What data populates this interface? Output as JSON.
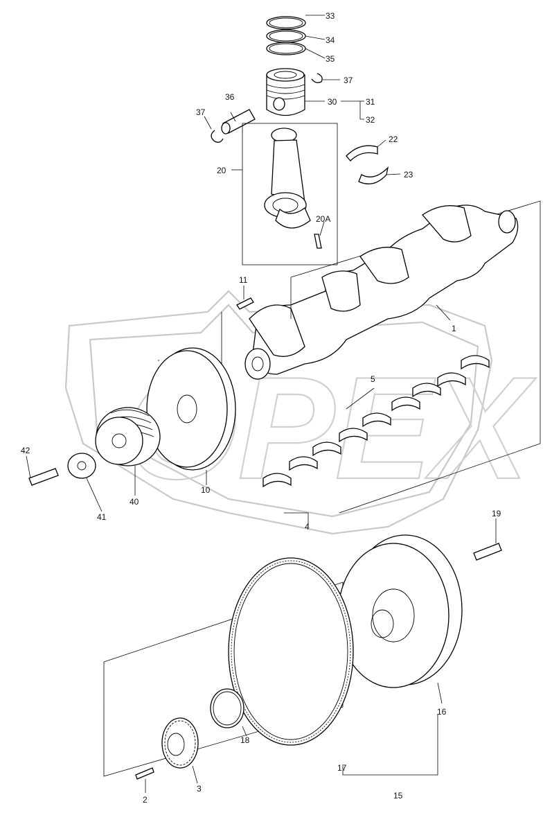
{
  "diagram": {
    "watermark_text": "OPEX",
    "labels": {
      "p1": "1",
      "p2": "2",
      "p3": "3",
      "p4": "4",
      "p5": "5",
      "p10": "10",
      "p11": "11",
      "p15": "15",
      "p16": "16",
      "p17": "17",
      "p18": "18",
      "p19": "19",
      "p20": "20",
      "p20a": "20A",
      "p22": "22",
      "p23": "23",
      "p30": "30",
      "p31": "31",
      "p32": "32",
      "p33": "33",
      "p34": "34",
      "p35": "35",
      "p36": "36",
      "p37a": "37",
      "p37b": "37",
      "p40": "40",
      "p41": "41",
      "p42": "42"
    }
  }
}
